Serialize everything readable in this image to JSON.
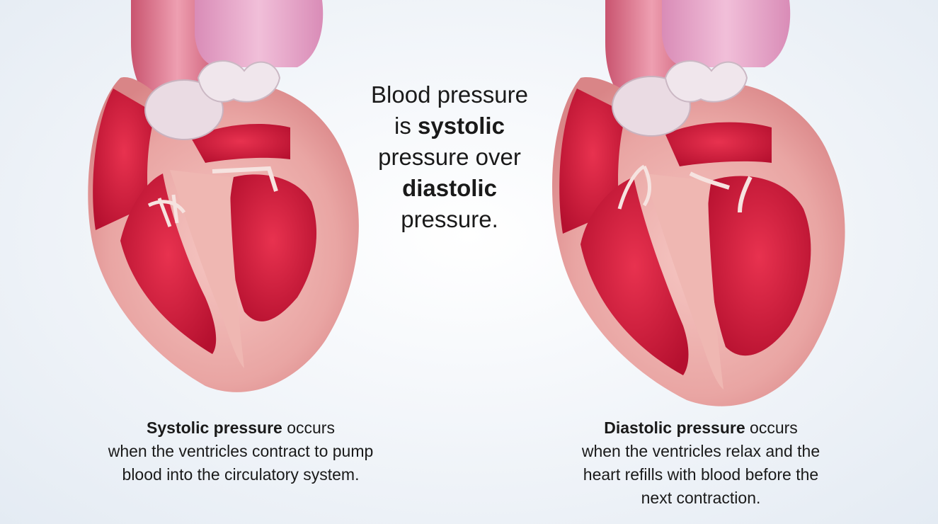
{
  "headline": {
    "line1": "Blood pressure",
    "line2_prefix": "is ",
    "line2_bold": "systolic",
    "line3": "pressure over",
    "line4_bold": "diastolic",
    "line5": "pressure."
  },
  "left_caption": {
    "bold": "Systolic pressure",
    "rest1": " occurs",
    "line2": "when the ventricles contract to pump",
    "line3": "blood into the circulatory system."
  },
  "right_caption": {
    "bold": "Diastolic pressure",
    "rest1": " occurs",
    "line2": "when the ventricles relax and the",
    "line3": "heart refills with blood before the",
    "line4": "next contraction."
  },
  "colors": {
    "myocardium": "#e8a3a3",
    "chamber": "#d01a3c",
    "aorta": "#e38fa6",
    "pulmonary": "#e6a4c4",
    "valve": "#eadfe4"
  }
}
